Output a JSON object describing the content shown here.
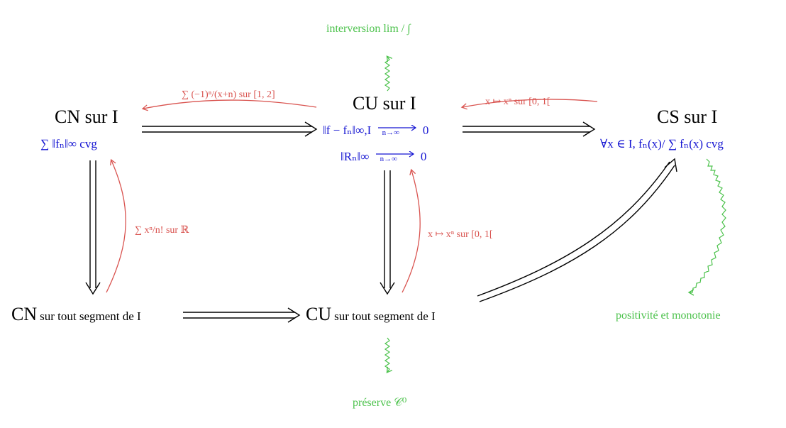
{
  "nodes": {
    "cn": {
      "main": "CN sur I",
      "sub": "∑ ‖fₙ‖∞ cvg"
    },
    "cu": {
      "main": "CU sur I",
      "sub1": "‖f − fₙ‖∞,I",
      "sub1_tail": "0",
      "sub2": "‖Rₙ‖∞",
      "sub2_tail": "0",
      "limit": "n→∞"
    },
    "cs": {
      "main": "CS sur I",
      "sub": "∀x ∈ I, fₙ(x)/ ∑ fₙ(x) cvg"
    },
    "cn_seg": {
      "main": "CN",
      "rest": "sur tout segment de I"
    },
    "cu_seg": {
      "main": "CU",
      "rest": "sur tout segment de I"
    }
  },
  "counterexamples": {
    "cu_to_cn": "∑ (−1)ⁿ/(x+n) sur [1, 2]",
    "cs_to_cu": "x ↦ xⁿ sur [0, 1[",
    "cnseg_to_cn": "∑ xⁿ/n! sur ℝ",
    "cuseg_to_cu": "x ↦ xⁿ sur [0, 1["
  },
  "properties": {
    "top": "interversion  lim / ∫",
    "bottom": "préserve 𝒞⁰",
    "right": "positivité et monotonie"
  },
  "colors": {
    "implication": "#000000",
    "counterexample": "#d9534f",
    "property": "#4cc24c",
    "formula": "#1414d2"
  }
}
